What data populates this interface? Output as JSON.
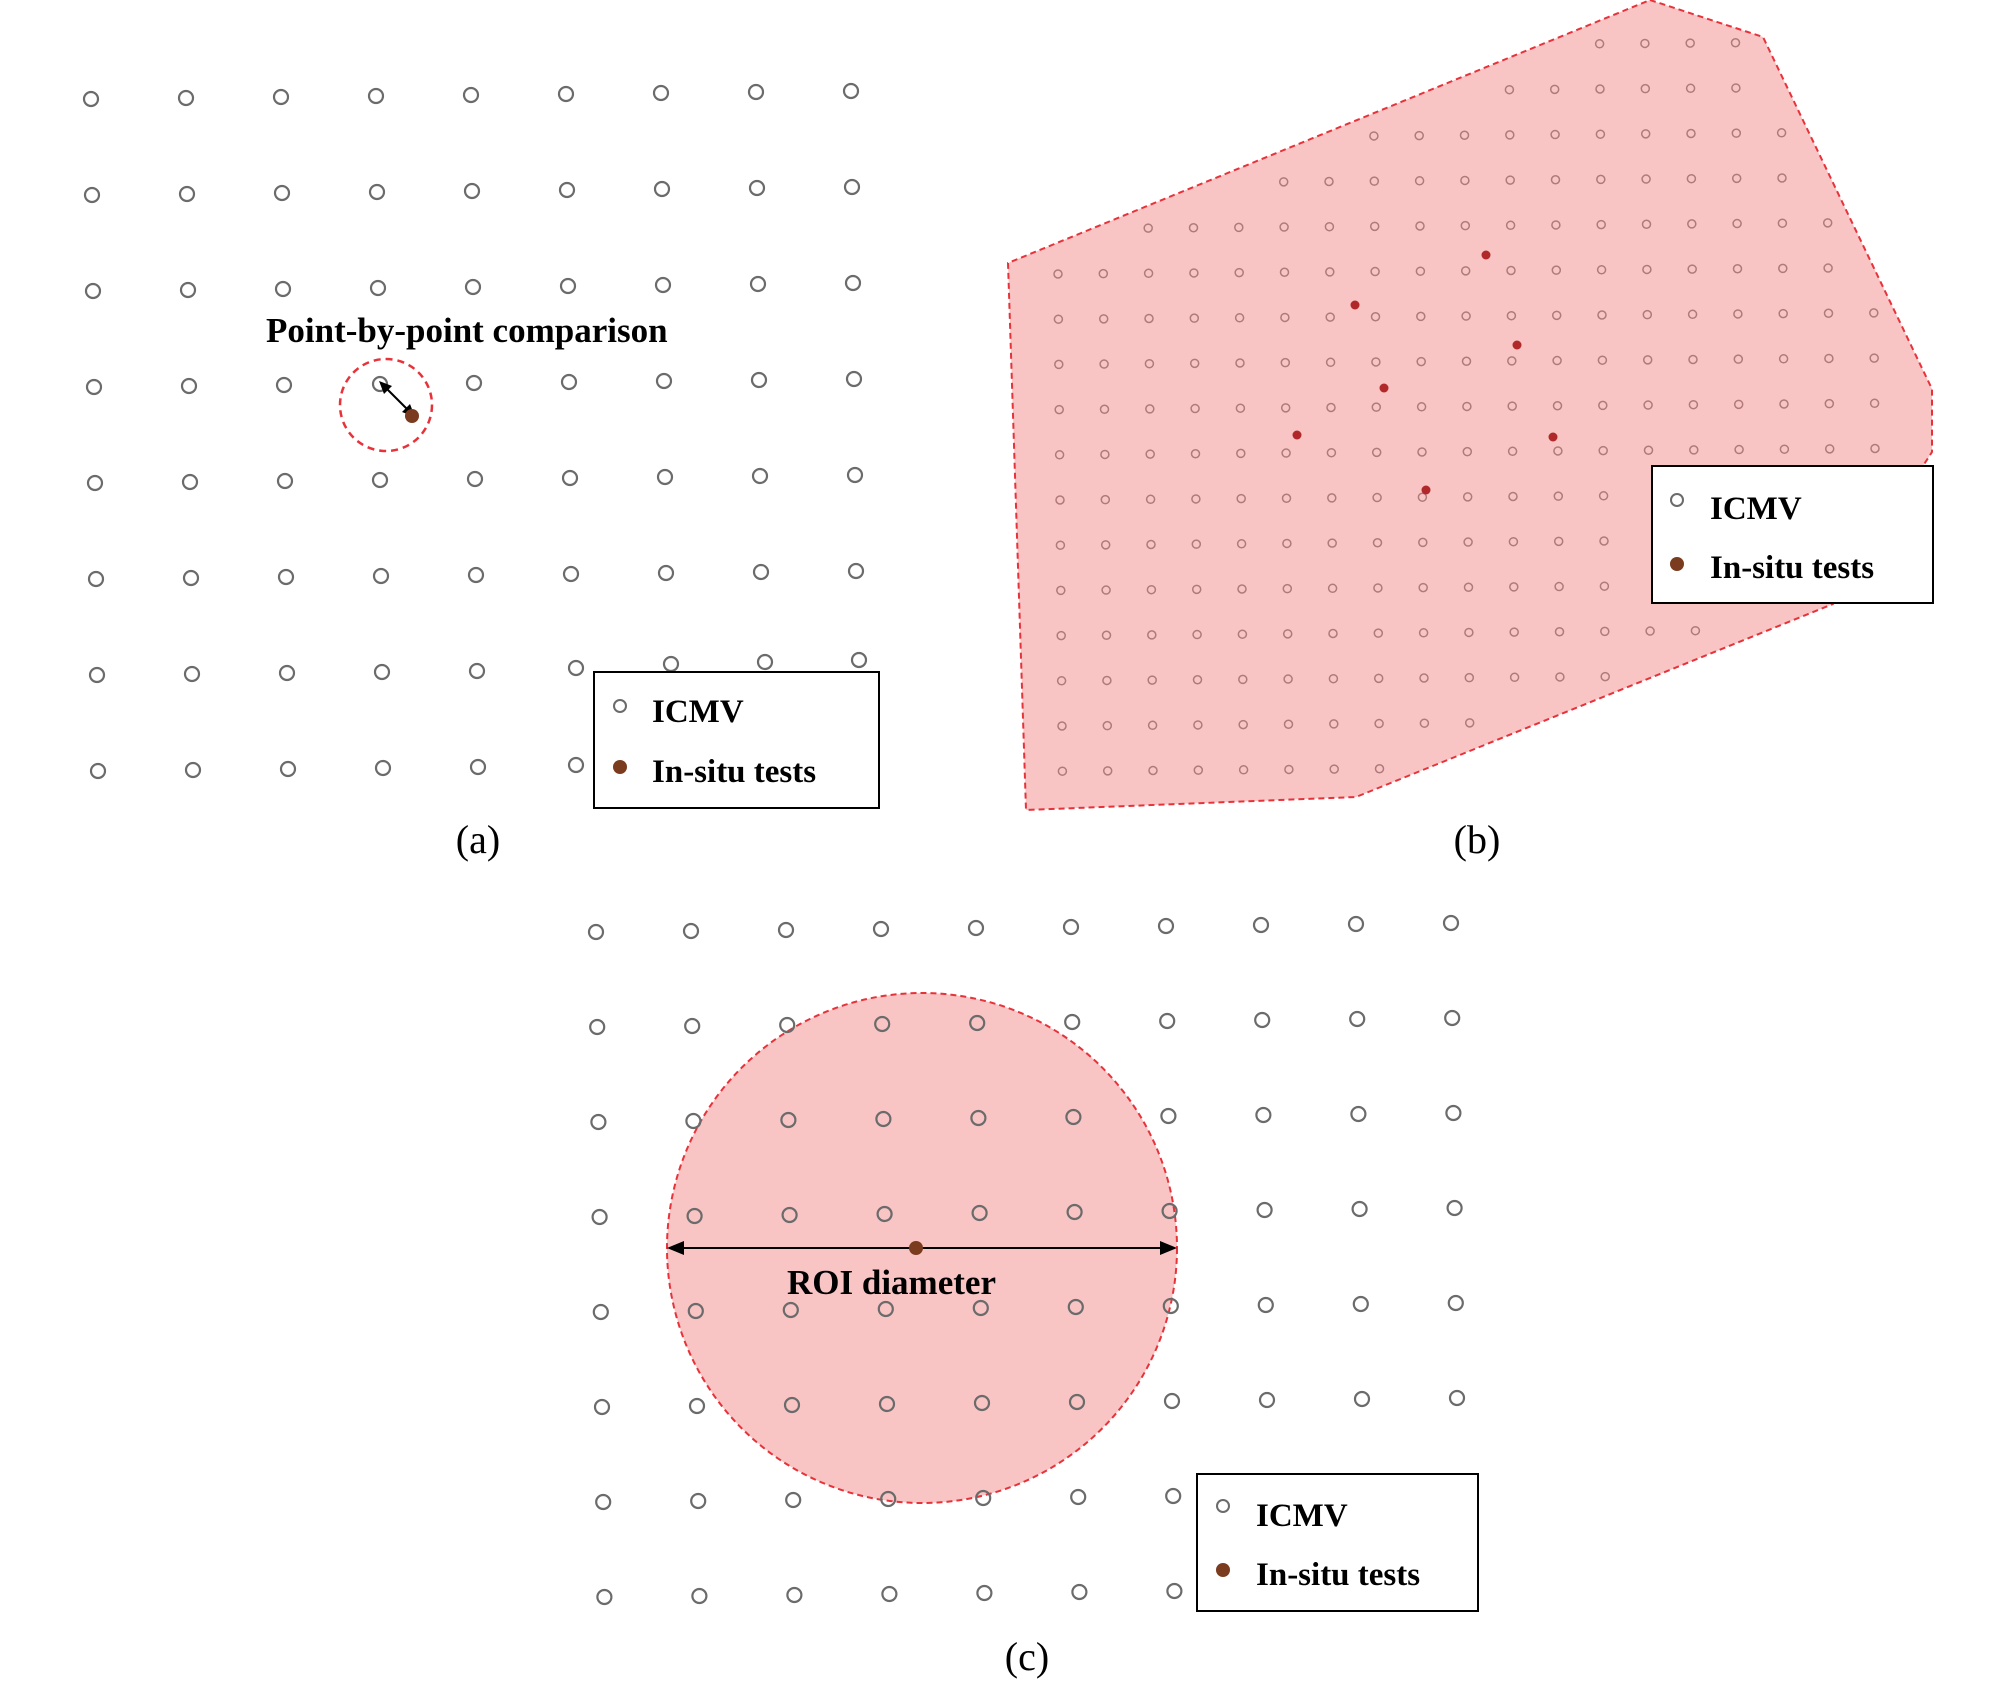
{
  "panels": {
    "a": {
      "caption": "(a)",
      "annotation": "Point-by-point comparison",
      "legend": {
        "icmv": "ICMV",
        "insitu": "In-situ tests"
      }
    },
    "b": {
      "caption": "(b)",
      "legend": {
        "icmv": "ICMV",
        "insitu": "In-situ tests"
      }
    },
    "c": {
      "caption": "(c)",
      "annotation": "ROI diameter",
      "legend": {
        "icmv": "ICMV",
        "insitu": "In-situ tests"
      }
    }
  },
  "colors": {
    "icmv_stroke": "#6b6b6b",
    "insitu_fill": "#7a3b1e",
    "region_fill": "#f8c4c4",
    "region_stroke": "#e8323a",
    "dense_stroke": "#b07a7a",
    "dense_insitu": "#b0282a"
  }
}
